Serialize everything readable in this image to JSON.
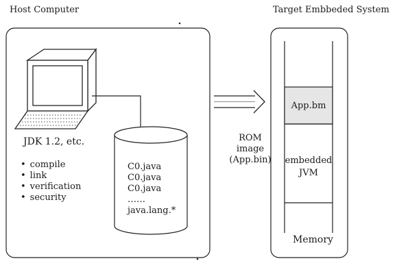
{
  "host": {
    "title": "Host Computer",
    "jdk_label": "JDK 1.2, etc.",
    "tools": [
      "compile",
      "link",
      "verification",
      "security"
    ],
    "storage_files": [
      "C0.java",
      "C0.java",
      "C0.java",
      "……",
      "java.lang.*"
    ]
  },
  "transfer": {
    "line1": "ROM",
    "line2": "image",
    "line3": "(App.bin)"
  },
  "target": {
    "title": "Target Embbeded System",
    "app_segment": "App.bm",
    "jvm_line1": "embedded",
    "jvm_line2": "JVM",
    "memory_label": "Memory"
  }
}
